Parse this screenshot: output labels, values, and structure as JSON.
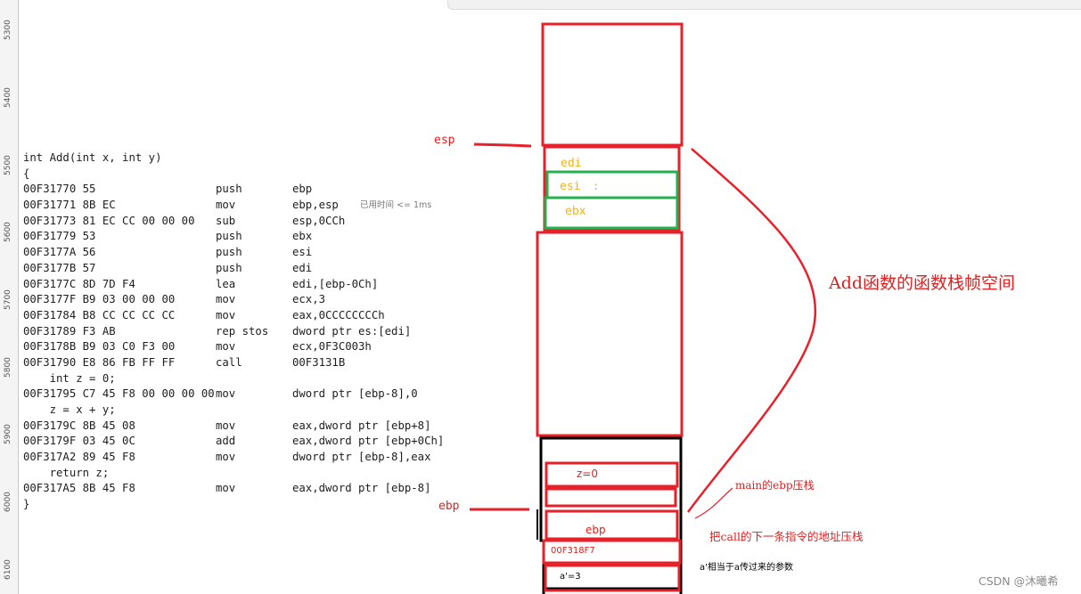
{
  "ruler": {
    "ticks": [
      "5300",
      "5400",
      "5500",
      "5600",
      "5700",
      "5800",
      "5900",
      "6000",
      "6100"
    ]
  },
  "code": {
    "lines": [
      {
        "c0": "int Add(int x, int y)",
        "c1": "",
        "c2": ""
      },
      {
        "c0": "{",
        "c1": "",
        "c2": ""
      },
      {
        "c0": "00F31770 55",
        "c1": "push",
        "c2": "ebp"
      },
      {
        "c0": "00F31771 8B EC",
        "c1": "mov",
        "c2": "ebp,esp",
        "note": "已用时间 <= 1ms"
      },
      {
        "c0": "00F31773 81 EC CC 00 00 00",
        "c1": "sub",
        "c2": "esp,0CCh"
      },
      {
        "c0": "00F31779 53",
        "c1": "push",
        "c2": "ebx"
      },
      {
        "c0": "00F3177A 56",
        "c1": "push",
        "c2": "esi"
      },
      {
        "c0": "00F3177B 57",
        "c1": "push",
        "c2": "edi"
      },
      {
        "c0": "00F3177C 8D 7D F4",
        "c1": "lea",
        "c2": "edi,[ebp-0Ch]"
      },
      {
        "c0": "00F3177F B9 03 00 00 00",
        "c1": "mov",
        "c2": "ecx,3"
      },
      {
        "c0": "00F31784 B8 CC CC CC CC",
        "c1": "mov",
        "c2": "eax,0CCCCCCCCh"
      },
      {
        "c0": "00F31789 F3 AB",
        "c1": "rep stos",
        "c2": "dword ptr es:[edi]"
      },
      {
        "c0": "00F3178B B9 03 C0 F3 00",
        "c1": "mov",
        "c2": "ecx,0F3C003h"
      },
      {
        "c0": "00F31790 E8 86 FB FF FF",
        "c1": "call",
        "c2": "00F3131B"
      },
      {
        "c0": "    int z = 0;",
        "c1": "",
        "c2": ""
      },
      {
        "c0": "00F31795 C7 45 F8 00 00 00 00",
        "c1": "mov",
        "c2": "dword ptr [ebp-8],0"
      },
      {
        "c0": "    z = x + y;",
        "c1": "",
        "c2": ""
      },
      {
        "c0": "00F3179C 8B 45 08",
        "c1": "mov",
        "c2": "eax,dword ptr [ebp+8]"
      },
      {
        "c0": "00F3179F 03 45 0C",
        "c1": "add",
        "c2": "eax,dword ptr [ebp+0Ch]"
      },
      {
        "c0": "00F317A2 89 45 F8",
        "c1": "mov",
        "c2": "dword ptr [ebp-8],eax"
      },
      {
        "c0": "    return z;",
        "c1": "",
        "c2": ""
      },
      {
        "c0": "00F317A5 8B 45 F8",
        "c1": "mov",
        "c2": "eax,dword ptr [ebp-8]"
      },
      {
        "c0": "}",
        "c1": "",
        "c2": ""
      }
    ]
  },
  "stack": {
    "esp_label": "esp",
    "ebp_label": "ebp",
    "edi": "edi",
    "esi": "esi",
    "esi_cursor": ":",
    "ebx": "ebx",
    "z": "z=0",
    "ebp_cell": "ebp",
    "ret_addr": "00F318F7",
    "arg": "a'=3",
    "frame_label": "Add函数的函数栈帧空间",
    "main_ebp_label": "main的ebp压栈",
    "call_label": "把call的下一条指令的地址压栈",
    "param_note": "a'相当于a传过来的参数"
  },
  "watermark": "CSDN @沐曦希",
  "colors": {
    "red": "#e8202a",
    "green": "#22b14c",
    "black": "#000000",
    "yellow_text": "#f2b217",
    "label_red": "#e02020"
  }
}
